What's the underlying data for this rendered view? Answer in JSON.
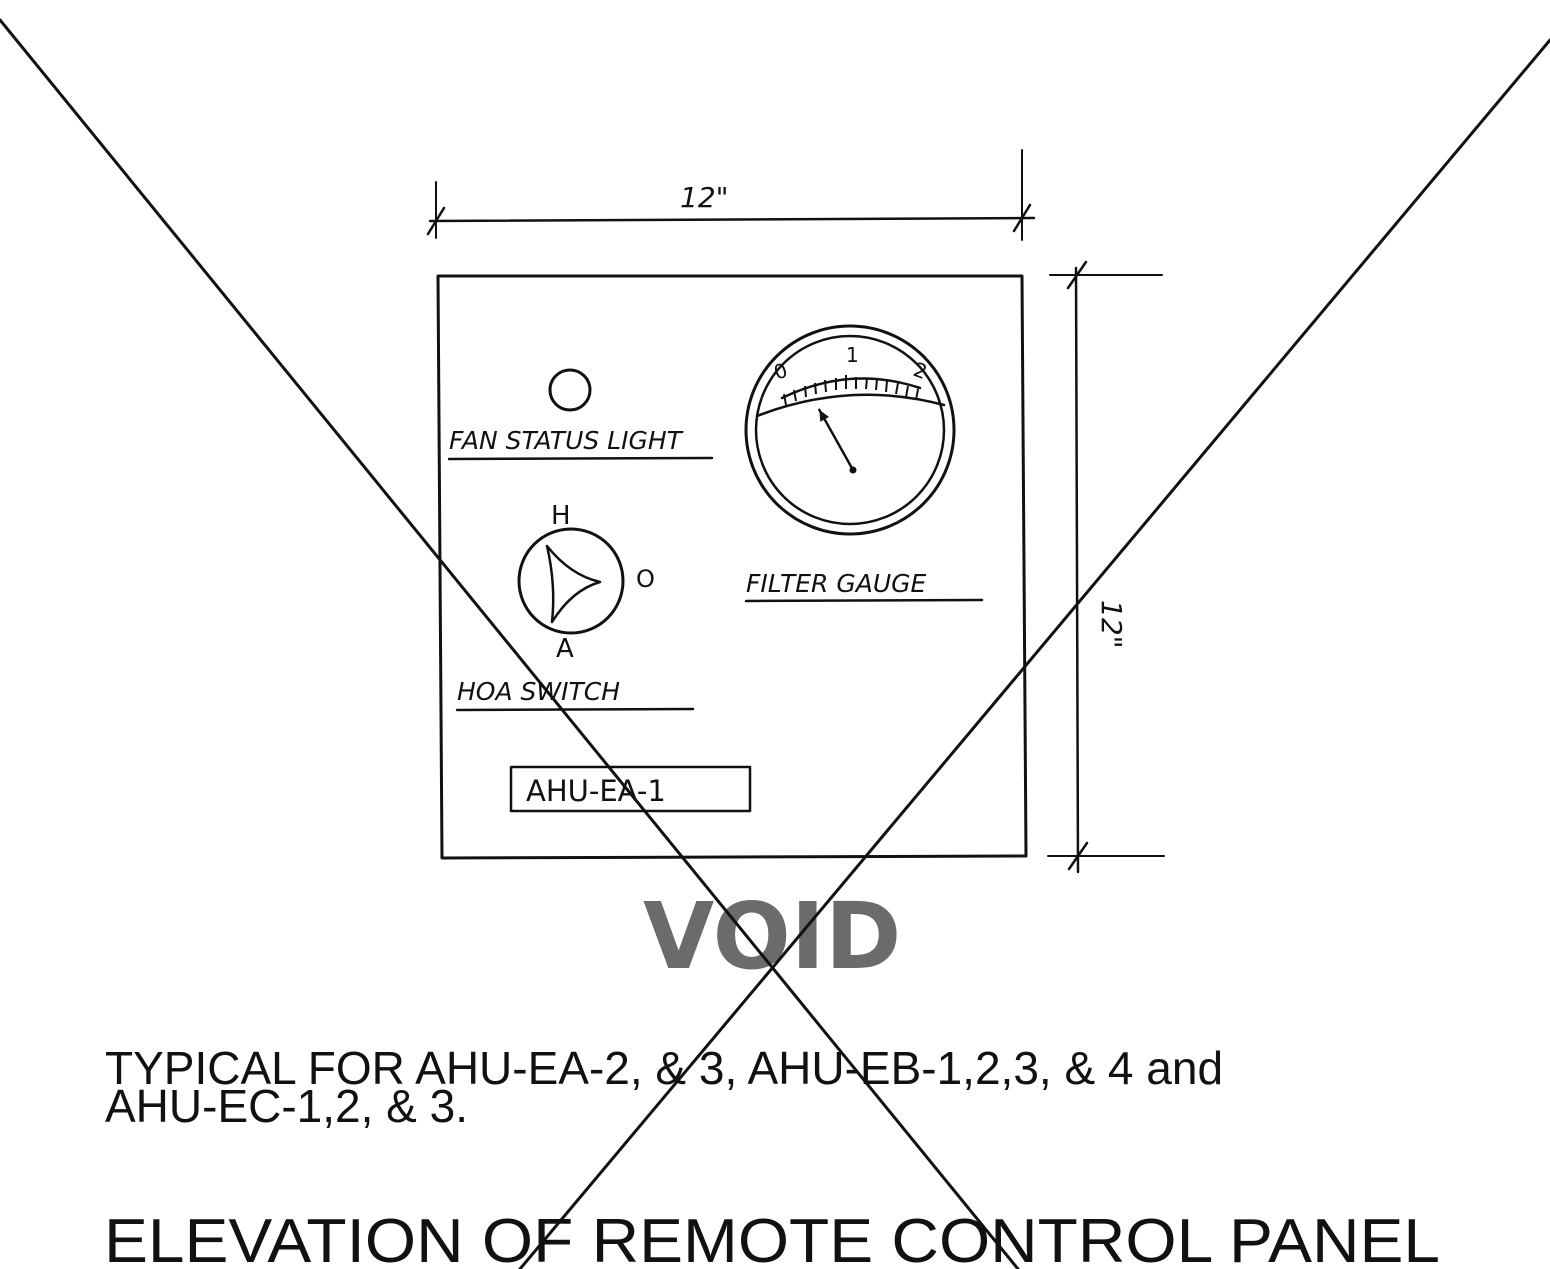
{
  "dimension_width": "12\"",
  "dimension_height": "12\"",
  "fan_status_label": "FAN STATUS LIGHT",
  "filter_gauge_label": "FILTER GAUGE",
  "gauge_scale": {
    "min": "0",
    "mid": "1",
    "max": "2",
    "needle_value": 0.35
  },
  "hoa_switch": {
    "label": "HOA SWITCH",
    "position_h": "H",
    "position_o": "O",
    "position_a": "A"
  },
  "nameplate": "AHU-EA-1",
  "void_stamp": "VOID",
  "note_line1": "TYPICAL FOR AHU-EA-2, & 3, AHU-EB-1,2,3, & 4 and",
  "note_line2": "AHU-EC-1,2, & 3.",
  "title": "ELEVATION OF REMOTE CONTROL PANEL",
  "colors": {
    "ink": "#111111",
    "stamp": "#6b6b6b",
    "background": "#ffffff"
  }
}
